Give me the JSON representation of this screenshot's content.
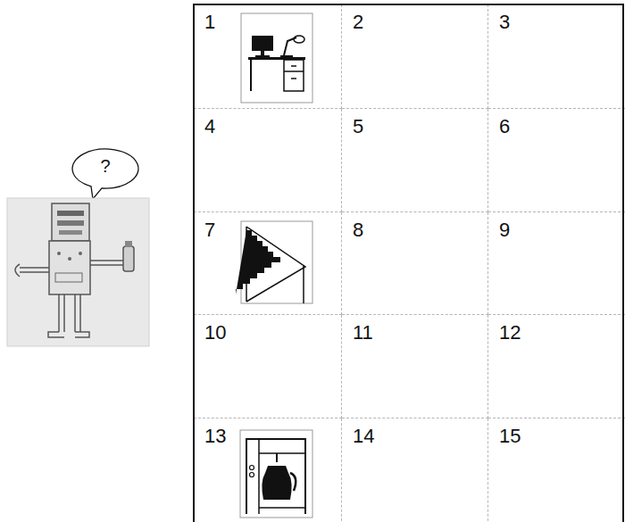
{
  "diagram": {
    "nodes": [
      {
        "text": [
          "1"
        ]
      },
      {
        "text": [
          "2"
        ]
      },
      {
        "text": [
          "3"
        ]
      },
      {
        "text": [
          "4"
        ]
      },
      {
        "text": [
          "5"
        ]
      },
      {
        "text": [
          "6"
        ]
      },
      {
        "text": [
          "7"
        ]
      },
      {
        "text": [
          "8"
        ]
      },
      {
        "text": [
          "9"
        ]
      },
      {
        "text": [
          "10"
        ]
      },
      {
        "text": [
          "11"
        ]
      },
      {
        "text": [
          "12"
        ]
      },
      {
        "text": [
          "13"
        ]
      },
      {
        "text": [
          "14"
        ]
      },
      {
        "text": [
          "15"
        ]
      },
      {
        "text": [
          "?"
        ]
      }
    ]
  }
}
